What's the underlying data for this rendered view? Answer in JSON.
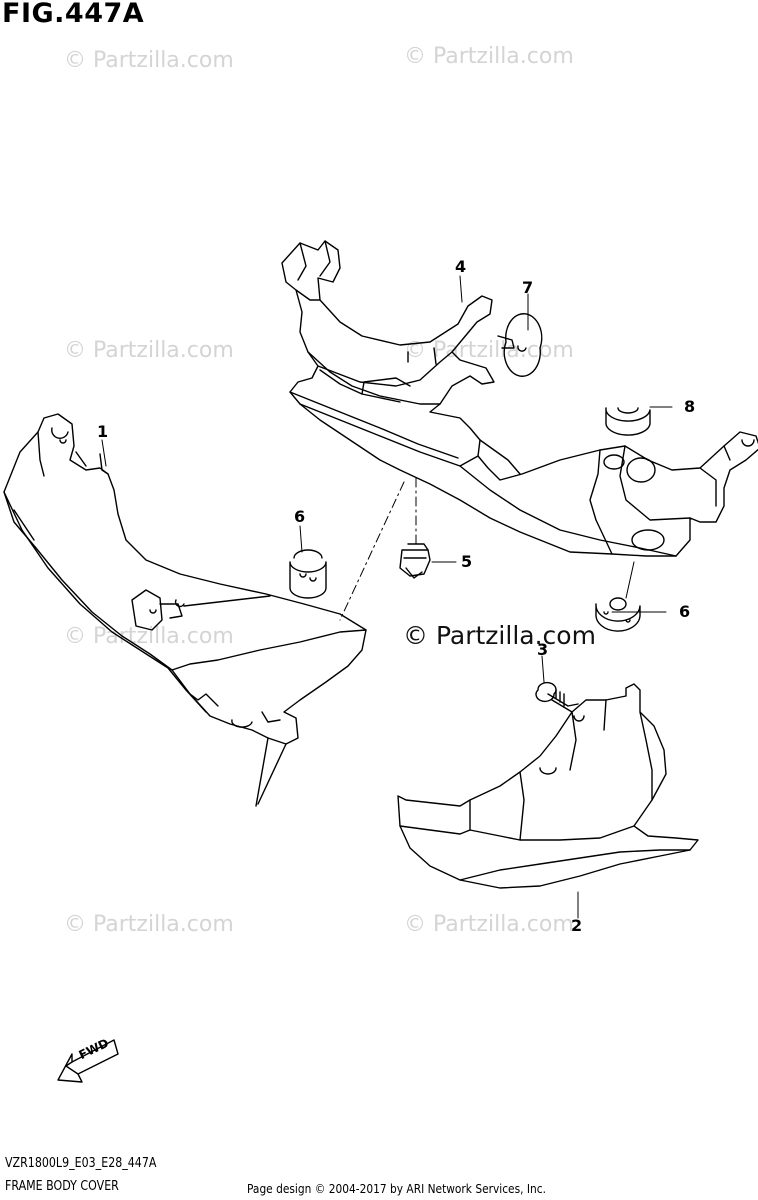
{
  "figure": {
    "title": "FIG.447A",
    "model_code": "VZR1800L9_E03_E28_447A",
    "caption": "FRAME BODY COVER"
  },
  "watermark": {
    "text": "© Partzilla.com",
    "center_text": "© Partzilla.com"
  },
  "callouts": [
    "1",
    "2",
    "3",
    "4",
    "5",
    "6",
    "6",
    "7",
    "8"
  ],
  "fwd_label": "FWD",
  "footer": "Page design © 2004-2017 by ARI Network Services, Inc.",
  "colors": {
    "line": "#000000",
    "watermark": "#d4d4d4",
    "background": "#ffffff"
  }
}
